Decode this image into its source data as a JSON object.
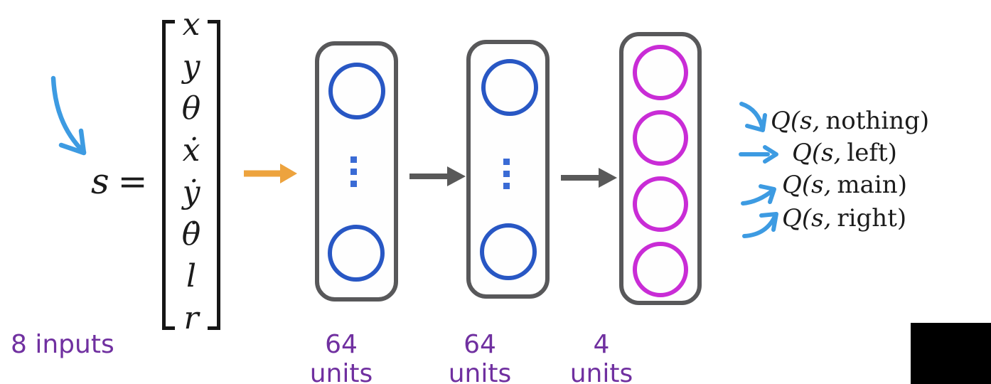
{
  "state": {
    "symbol": "s",
    "equals": "=",
    "vector_entries": [
      "x",
      "y",
      "θ",
      "ẋ",
      "ẏ",
      "θ̇",
      "l",
      "r"
    ],
    "input_count_label": "8 inputs"
  },
  "network": {
    "layers": [
      {
        "name": "hidden-layer-1",
        "units_label": "64 units",
        "visible_nodes": 2,
        "has_ellipsis": true
      },
      {
        "name": "hidden-layer-2",
        "units_label": "64 units",
        "visible_nodes": 2,
        "has_ellipsis": true
      },
      {
        "name": "output-layer",
        "units_label": "4 units",
        "visible_nodes": 4,
        "has_ellipsis": false
      }
    ]
  },
  "outputs": {
    "q_values": [
      {
        "function": "Q(s,",
        "action": "nothing)"
      },
      {
        "function": "Q(s,",
        "action": "left)"
      },
      {
        "function": "Q(s,",
        "action": "main)"
      },
      {
        "function": "Q(s,",
        "action": "right)"
      }
    ]
  },
  "icons": {
    "annotation_arrow": "hand-drawn-curved-arrow-down-right",
    "input_arrow": "orange-right-arrow",
    "layer_arrows": "gray-right-arrow",
    "q_arrows": [
      "blue-curve-down-right-arrow",
      "blue-straight-right-arrow",
      "blue-curve-up-right-arrow",
      "blue-swoosh-up-right-arrow"
    ]
  },
  "colors": {
    "node_blue": "#2857c4",
    "ellipsis_blue": "#3a6bd5",
    "node_magenta": "#c92cd6",
    "box_border_gray": "#58585a",
    "arrow_orange": "#eda33e",
    "arrow_gray": "#595959",
    "annotation_blue": "#3d9be2",
    "label_purple": "#7030a0",
    "text_black": "#1b1b1b",
    "background": "#ffffff",
    "corner_rect": "#000000"
  }
}
